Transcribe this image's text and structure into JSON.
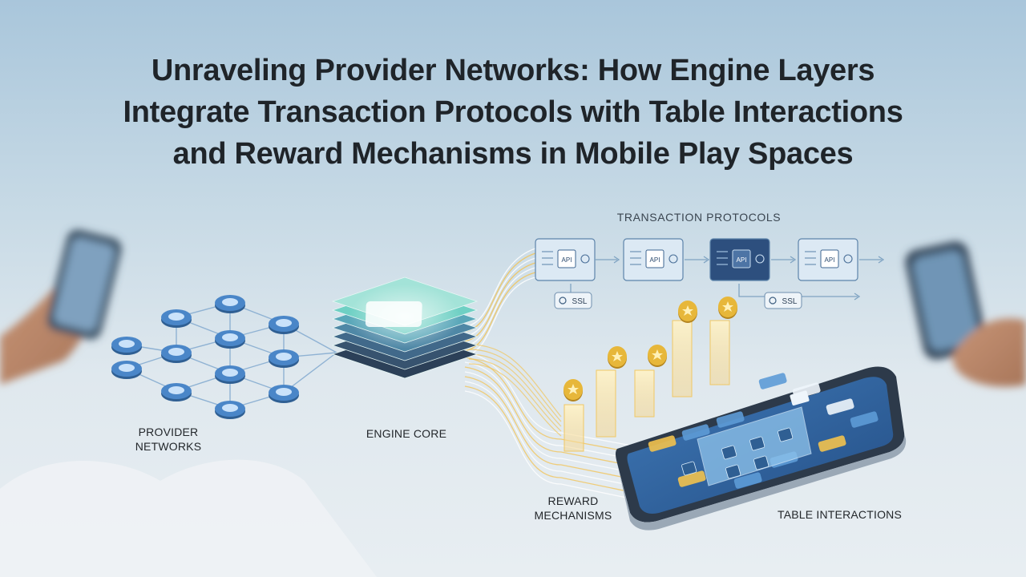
{
  "title": {
    "line1": "Unraveling Provider Networks: How Engine Layers",
    "line2": "Integrate Transaction Protocols with Table Interactions",
    "line3": "and Reward Mechanisms in Mobile Play Spaces"
  },
  "labels": {
    "provider_line1": "PROVIDER",
    "provider_line2": "NETWORKS",
    "engine_core": "ENGINE CORE",
    "transaction_protocols": "TRANSACTION PROTOCOLS",
    "reward_line1": "REWARD",
    "reward_line2": "MECHANISMS",
    "table_interactions": "TABLE INTERACTIONS"
  },
  "protocol_chips": {
    "api": "API",
    "ssl": "SSL"
  },
  "colors": {
    "node_blue": "#4a86c8",
    "engine_teal": "#6fd0c4",
    "chip_dark": "#2d4f7e",
    "coin_gold": "#e7b73a",
    "line_gold": "#f1c45a"
  }
}
